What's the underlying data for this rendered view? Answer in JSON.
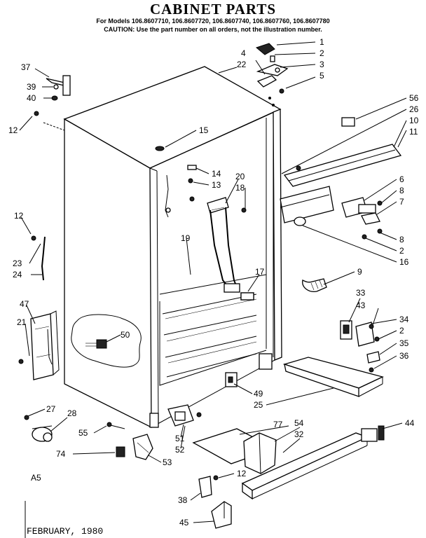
{
  "title": "CABINET PARTS",
  "models_line": "For Models 106.8607710, 106.8607720, 106.8607740, 106.8607760, 106.8607780",
  "caution_line": "CAUTION: Use the part number on all orders, not the illustration number.",
  "code": "A5",
  "footer_date": "FEBRUARY, 1980",
  "callouts": [
    "1",
    "2",
    "3",
    "4",
    "22",
    "5",
    "37",
    "39",
    "40",
    "12",
    "15",
    "56",
    "26",
    "10",
    "11",
    "14",
    "13",
    "20",
    "18",
    "6",
    "8",
    "7",
    "12",
    "19",
    "8",
    "2",
    "16",
    "23",
    "24",
    "17",
    "9",
    "47",
    "21",
    "33",
    "43",
    "34",
    "2",
    "35",
    "36",
    "50",
    "49",
    "25",
    "27",
    "28",
    "55",
    "77",
    "54",
    "32",
    "44",
    "51",
    "52",
    "74",
    "53",
    "12",
    "38",
    "45"
  ]
}
